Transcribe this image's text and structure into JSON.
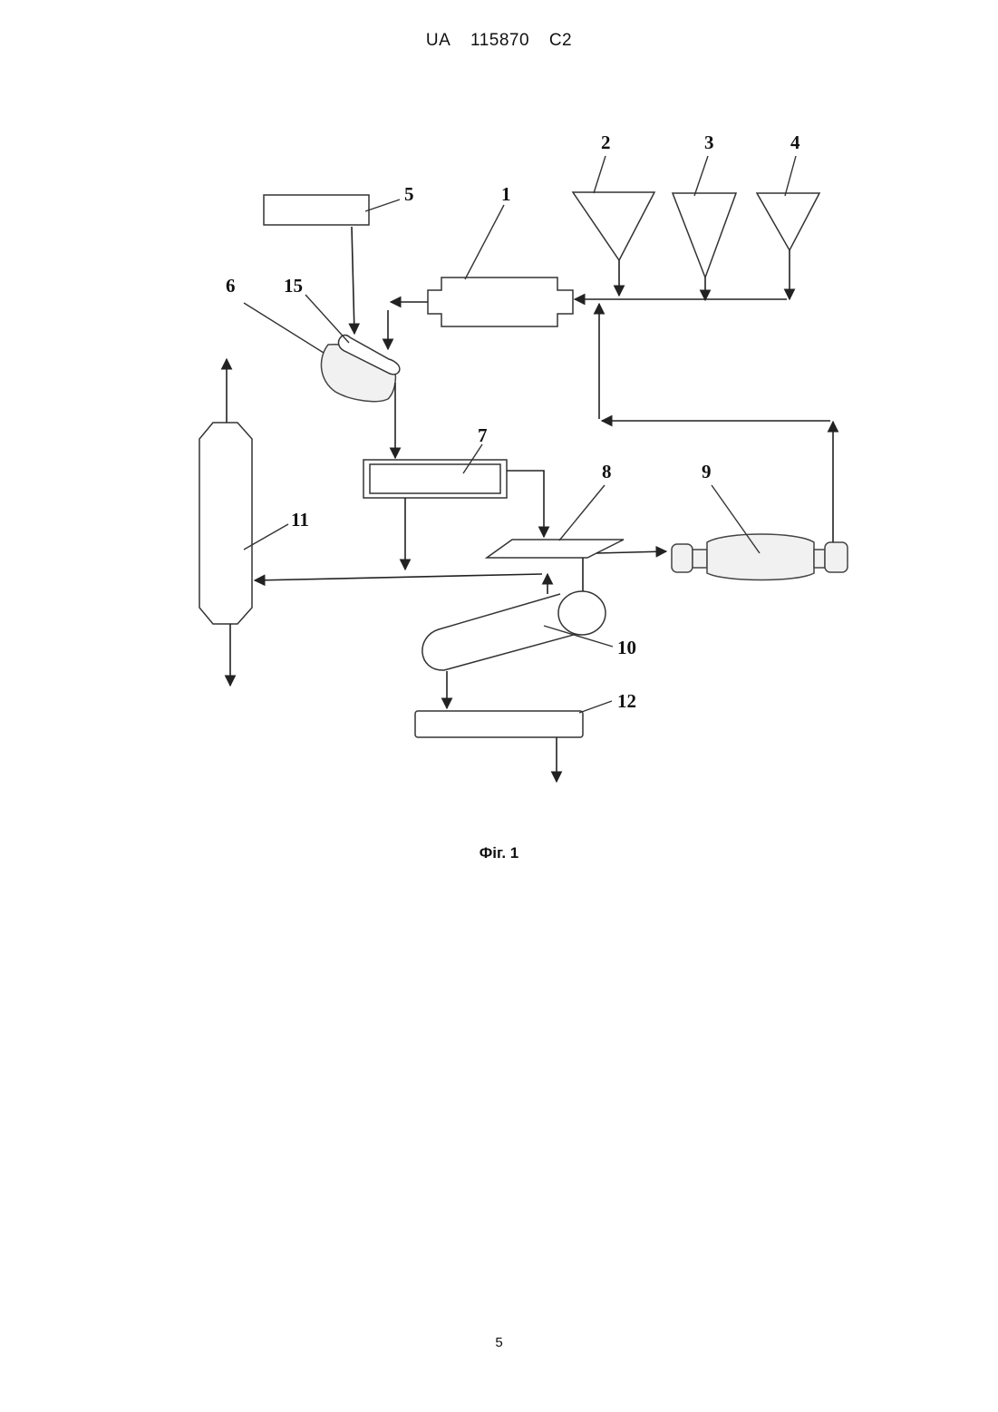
{
  "header": {
    "country": "UA",
    "number": "115870",
    "kind": "C2"
  },
  "figure": {
    "labels": {
      "n1": "1",
      "n2": "2",
      "n3": "3",
      "n4": "4",
      "n5": "5",
      "n6": "6",
      "n7": "7",
      "n8": "8",
      "n9": "9",
      "n10": "10",
      "n11": "11",
      "n12": "12",
      "n15": "15"
    },
    "caption": "Фіг. 1"
  },
  "page_number": "5"
}
